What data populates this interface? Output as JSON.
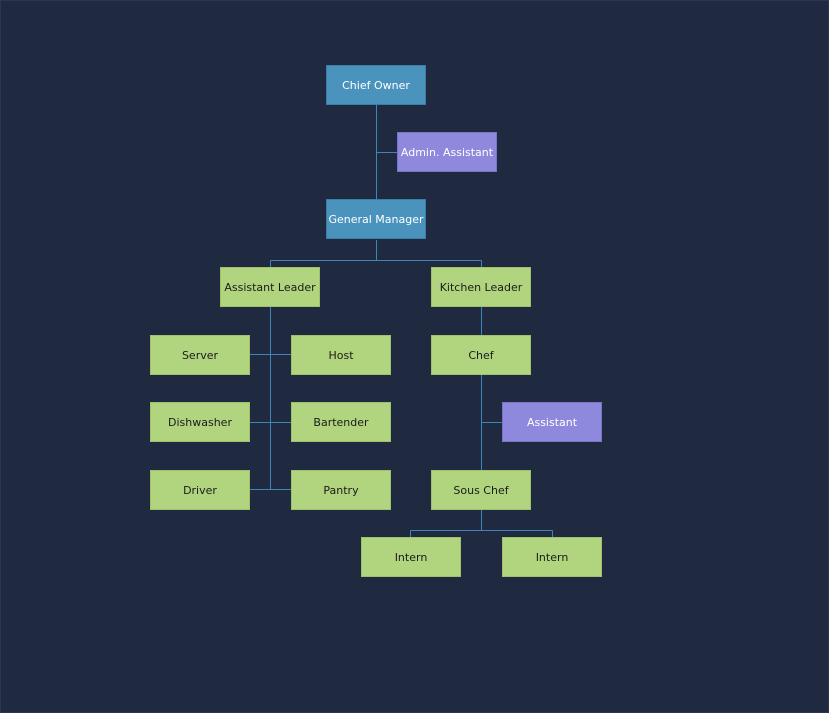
{
  "colors": {
    "background": "#1f2940",
    "management": "#4a93bd",
    "assistant": "#8f89dd",
    "staff": "#b1d57e",
    "connector": "#3e86b8"
  },
  "nodes": {
    "chief_owner": "Chief Owner",
    "admin_assistant": "Admin. Assistant",
    "general_manager": "General Manager",
    "assistant_leader": "Assistant Leader",
    "kitchen_leader": "Kitchen Leader",
    "server": "Server",
    "host": "Host",
    "dishwasher": "Dishwasher",
    "bartender": "Bartender",
    "driver": "Driver",
    "pantry": "Pantry",
    "chef": "Chef",
    "assistant": "Assistant",
    "sous_chef": "Sous Chef",
    "intern_1": "Intern",
    "intern_2": "Intern"
  },
  "relationships": [
    {
      "from": "chief_owner",
      "to": "general_manager"
    },
    {
      "from": "chief_owner",
      "to": "admin_assistant",
      "type": "assistant"
    },
    {
      "from": "general_manager",
      "to": "assistant_leader"
    },
    {
      "from": "general_manager",
      "to": "kitchen_leader"
    },
    {
      "from": "assistant_leader",
      "to": "server"
    },
    {
      "from": "assistant_leader",
      "to": "host"
    },
    {
      "from": "assistant_leader",
      "to": "dishwasher"
    },
    {
      "from": "assistant_leader",
      "to": "bartender"
    },
    {
      "from": "assistant_leader",
      "to": "driver"
    },
    {
      "from": "assistant_leader",
      "to": "pantry"
    },
    {
      "from": "kitchen_leader",
      "to": "chef"
    },
    {
      "from": "chef",
      "to": "assistant",
      "type": "assistant"
    },
    {
      "from": "chef",
      "to": "sous_chef"
    },
    {
      "from": "sous_chef",
      "to": "intern_1"
    },
    {
      "from": "sous_chef",
      "to": "intern_2"
    }
  ]
}
